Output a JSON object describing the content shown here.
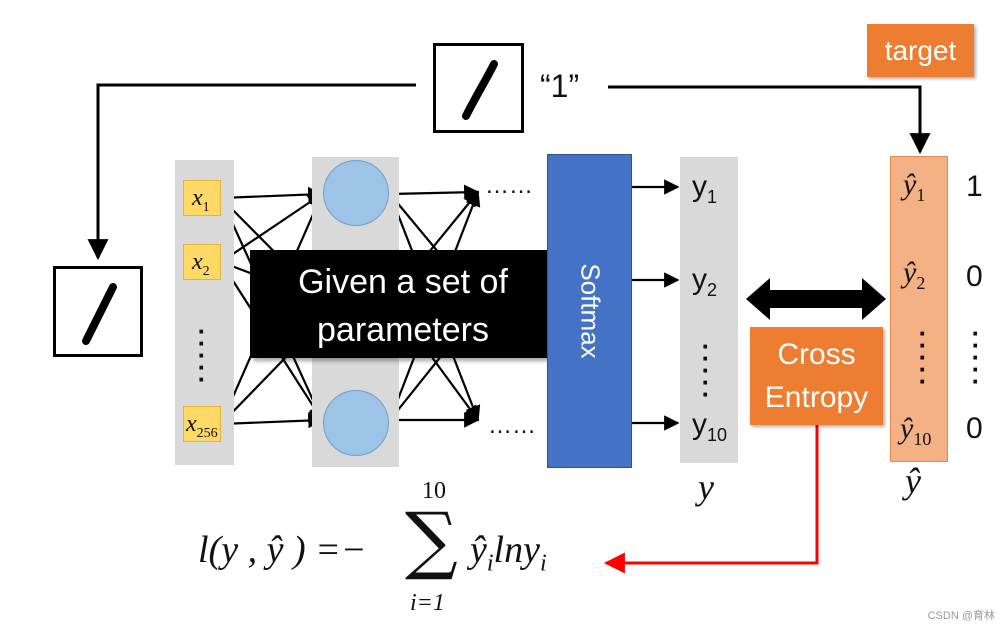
{
  "target_label": "target",
  "quote_label": "“1”",
  "inputs": [
    {
      "var": "x",
      "sub": "1"
    },
    {
      "var": "x",
      "sub": "2"
    },
    {
      "var": "x",
      "sub": "256"
    }
  ],
  "ellipsis": "……",
  "vertical_dots": "⋮",
  "caption_line1": "Given a set of",
  "caption_line2": "parameters",
  "softmax_label": "Softmax",
  "outputs": [
    {
      "var": "y",
      "sub": "1"
    },
    {
      "var": "y",
      "sub": "2"
    },
    {
      "var": "y",
      "sub": "10"
    }
  ],
  "output_vector_label": "y",
  "cross_entropy_line1": "Cross",
  "cross_entropy_line2": "Entropy",
  "targets": [
    {
      "var": "ŷ",
      "sub": "1",
      "value": "1"
    },
    {
      "var": "ŷ",
      "sub": "2",
      "value": "0"
    },
    {
      "var": "ŷ",
      "sub": "10",
      "value": "0"
    }
  ],
  "target_vector_label": "ŷ",
  "formula": {
    "lhs": "l(y , ŷ ) =−",
    "sum_upper": "10",
    "sum_symbol": "∑",
    "sum_lower": "i=1",
    "term_hat": "ŷ",
    "term_hat_sub": "i",
    "term_rest": "lny",
    "term_rest_sub": "i"
  },
  "watermark": "CSDN @育林",
  "colors": {
    "input_box": "#ffd966",
    "neuron": "#9dc3e6",
    "softmax": "#4472c4",
    "orange": "#ed7d31",
    "target_column": "#f4b183",
    "column_gray": "#d9d9d9",
    "red_arrow": "#ff0000"
  }
}
